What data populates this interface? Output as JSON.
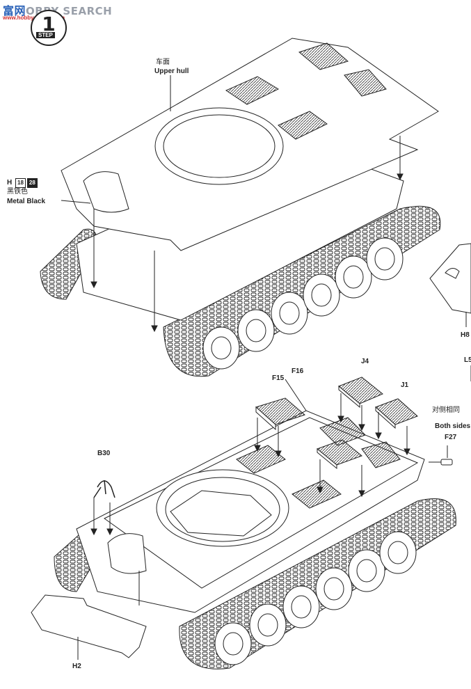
{
  "brand": {
    "cn": "富",
    "cn2": "网",
    "text": "OBBY SEARCH",
    "url": "www.hobbysearch.com"
  },
  "step": {
    "number": "1",
    "word": "STEP"
  },
  "top_assembly": {
    "upper_hull_cn": "车面",
    "upper_hull_en": "Upper hull",
    "paint_part": "H",
    "paint_code_a": "18",
    "paint_code_b": "28",
    "paint_color_cn": "黑铁色",
    "paint_color_en": "Metal Black",
    "side_part_h8": "H8",
    "side_part_l5": "L5"
  },
  "bottom_assembly": {
    "part_f15": "F15",
    "part_f16": "F16",
    "part_j4": "J4",
    "part_j1": "J1",
    "both_sides_cn": "对侧相同",
    "both_sides_en": "Both sides",
    "part_f27": "F27",
    "part_b30": "B30",
    "part_h2": "H2"
  }
}
